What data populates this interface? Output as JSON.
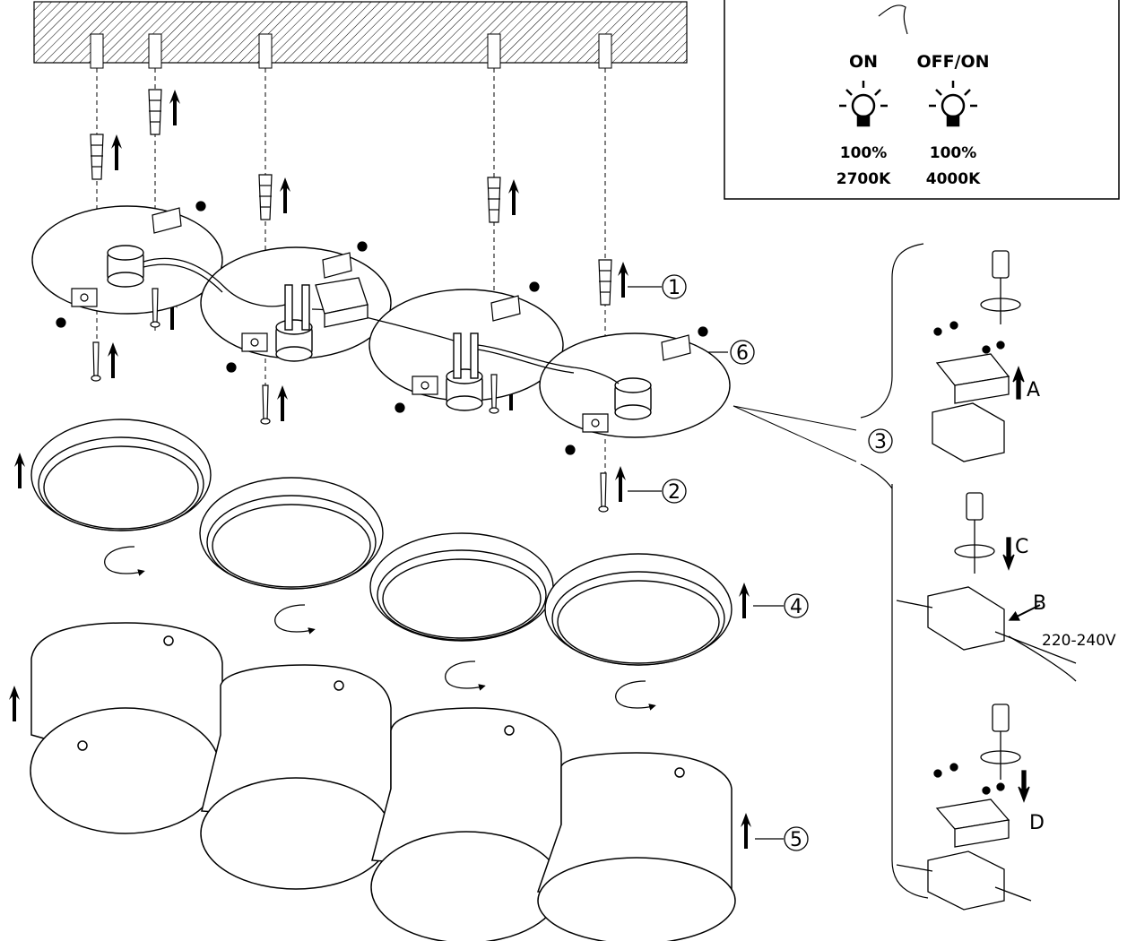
{
  "step_labels": {
    "s1": "1",
    "s2": "2",
    "s3": "3",
    "s4": "4",
    "s5": "5",
    "s6": "6"
  },
  "sub_steps": {
    "a": "A",
    "b": "B",
    "c": "C",
    "d": "D"
  },
  "voltage": "220-240V",
  "switch_panel": {
    "mode_on": {
      "title": "ON",
      "brightness": "100%",
      "temperature": "2700K"
    },
    "mode_offon": {
      "title": "OFF/ON",
      "brightness": "100%",
      "temperature": "4000K"
    }
  }
}
